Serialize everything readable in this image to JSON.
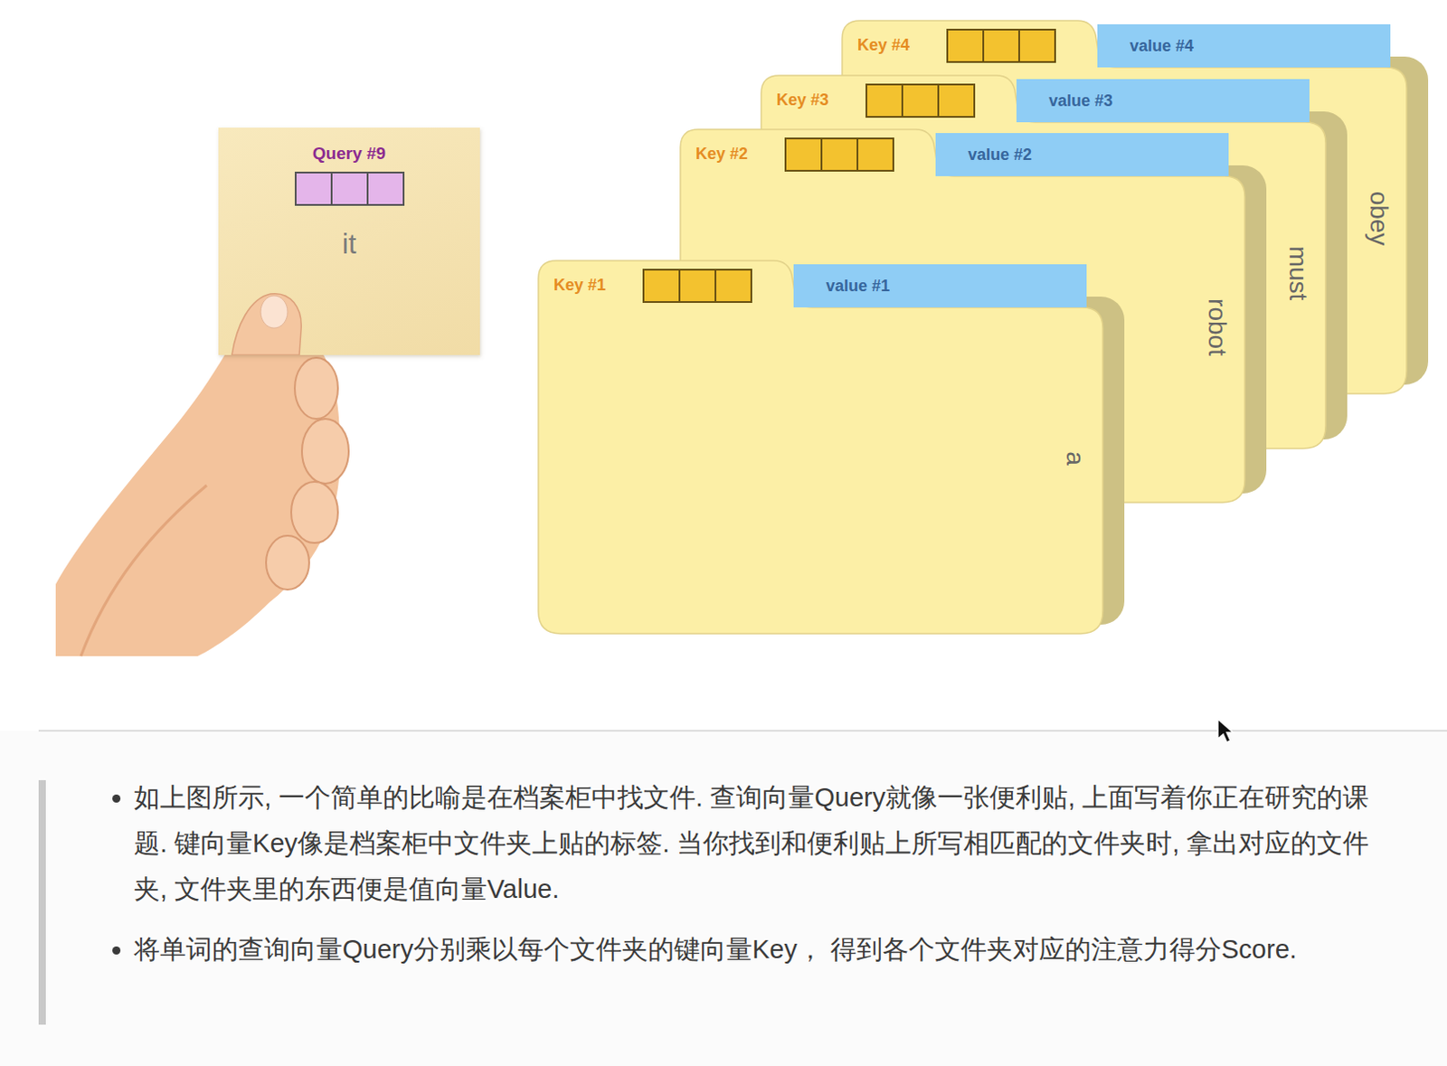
{
  "diagram": {
    "nodes": [
      {
        "text": [
          "Query #9",
          "it"
        ]
      },
      {
        "text": [
          "Key #1",
          "a"
        ]
      },
      {
        "text": [
          "value #1"
        ],
        "in": 1
      },
      {
        "text": [
          "Key #2",
          "robot"
        ]
      },
      {
        "text": [
          "value #2"
        ],
        "in": 3
      },
      {
        "text": [
          "Key #3",
          "must"
        ]
      },
      {
        "text": [
          "value #3"
        ],
        "in": 5
      },
      {
        "text": [
          "Key #4",
          "obey"
        ]
      },
      {
        "text": [
          "value #4"
        ],
        "in": 7
      }
    ],
    "labels": [
      "如上图所示, 一个简单的比喻是在档案柜中找文件. 查询向量Query就像一张便利贴, 上面写着你正在研究的课题. 键向量Key像是档案柜中文件夹上贴的标签. 当你找到和便利贴上所写相匹配的文件夹时, 拿出对应的文件夹, 文件夹里的东西便是值向量Value.",
      "将单词的查询向量Query分别乘以每个文件夹的键向量Key， 得到各个文件夹对应的注意力得分Score."
    ]
  }
}
